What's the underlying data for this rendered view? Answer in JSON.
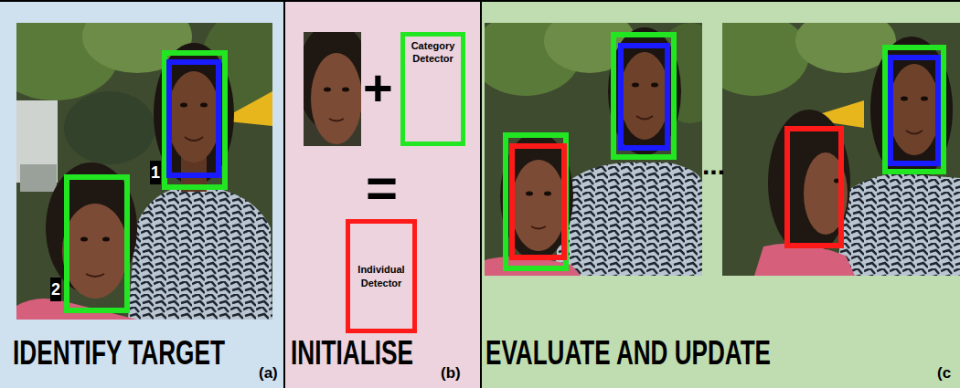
{
  "diagram": {
    "nodes": [
      {
        "text": [
          "IDENTIFY TARGET",
          "(a)"
        ]
      },
      {
        "text": [
          "INITIALISE",
          "(b)"
        ]
      },
      {
        "text": [
          "Category Detector"
        ],
        "in": 1
      },
      {
        "text": [
          "Individual Detector"
        ],
        "in": 1
      },
      {
        "text": [
          "EVALUATE AND UPDATE",
          "(c"
        ]
      }
    ],
    "labels": [
      "1",
      "2",
      "+",
      "=",
      "..."
    ]
  }
}
